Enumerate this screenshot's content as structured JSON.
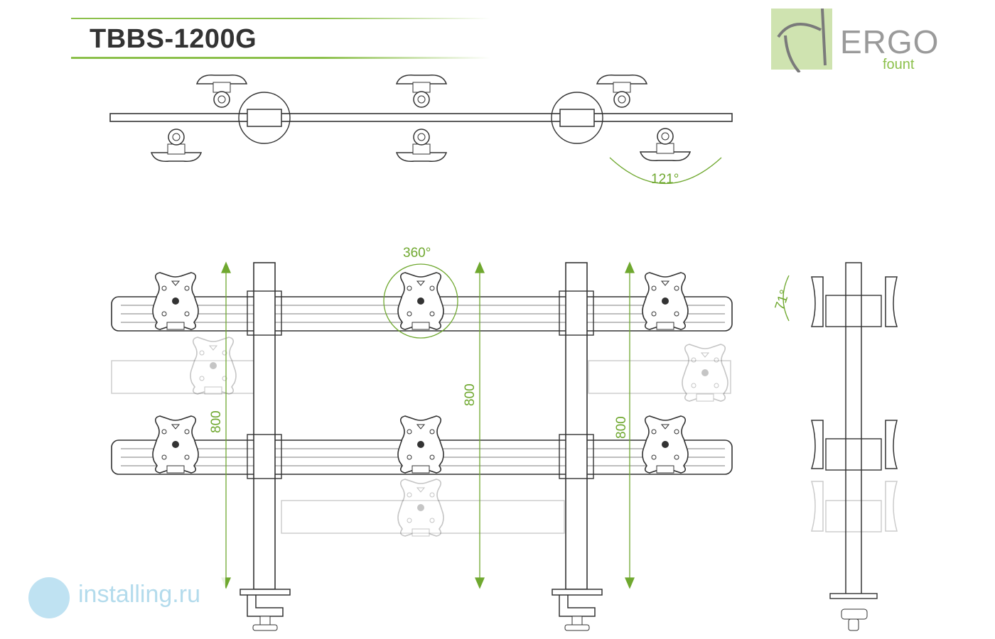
{
  "title": "TBBS-1200G",
  "brand": {
    "name": "ERGO",
    "sub": "fount",
    "accent": "#8cc04b"
  },
  "watermark": {
    "text": "installing.ru",
    "icon": "flower-icon"
  },
  "dimensions": {
    "tilt_top": "121°",
    "rotation": "360°",
    "tilt_side": "71°",
    "height_left": "800",
    "height_center": "800",
    "height_right": "800"
  },
  "colors": {
    "line": "#333333",
    "ghost": "#d6d6d6",
    "dimension": "#6fa82f"
  }
}
